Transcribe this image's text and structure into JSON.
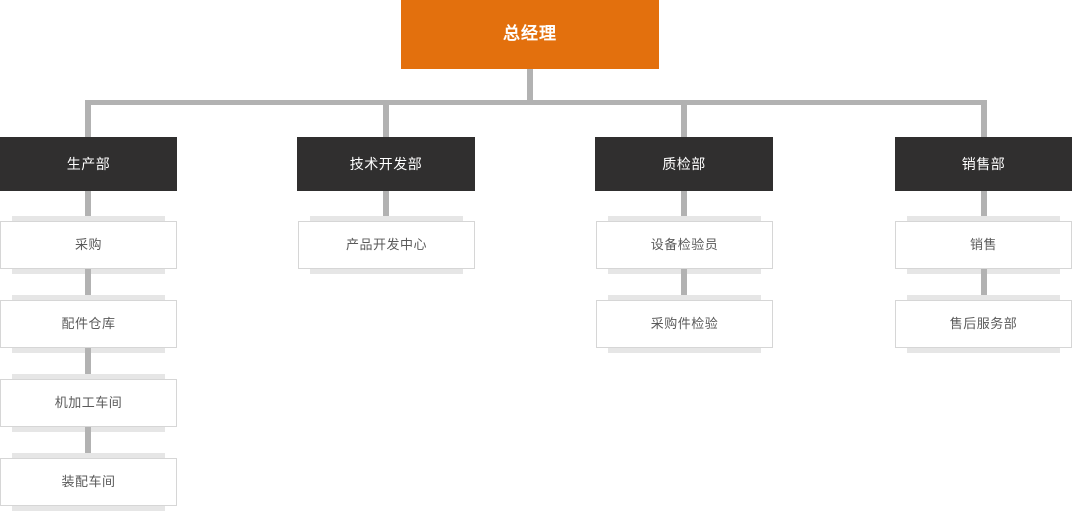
{
  "chart_title": "",
  "colors": {
    "root_fill": "#e3700d",
    "root_text": "#ffffff",
    "dept_fill": "#302f2f",
    "dept_text": "#ffffff",
    "leaf_fill": "#ffffff",
    "leaf_text": "#5a5a5a",
    "leaf_border": "#d6d6d6",
    "connector": "#b2b2b2",
    "background": "#ffffff"
  },
  "root": {
    "label": "总经理"
  },
  "departments": [
    {
      "label": "生产部",
      "children": [
        {
          "label": "采购"
        },
        {
          "label": "配件仓库"
        },
        {
          "label": "机加工车间"
        },
        {
          "label": "装配车间"
        }
      ]
    },
    {
      "label": "技术开发部",
      "children": [
        {
          "label": "产品开发中心"
        }
      ]
    },
    {
      "label": "质检部",
      "children": [
        {
          "label": "设备检验员"
        },
        {
          "label": "采购件检验"
        }
      ]
    },
    {
      "label": "销售部",
      "children": [
        {
          "label": "销售"
        },
        {
          "label": "售后服务部"
        }
      ]
    }
  ]
}
